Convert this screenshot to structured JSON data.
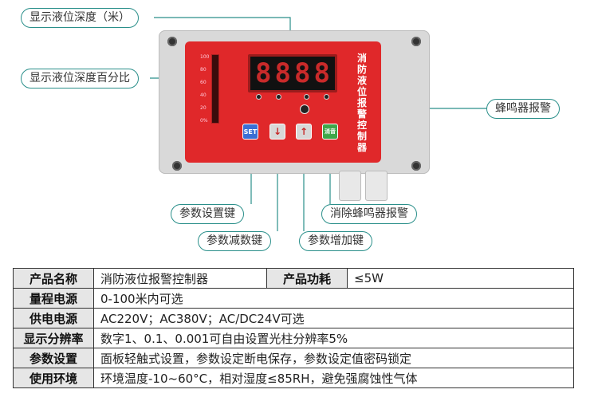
{
  "callouts": {
    "depth": "显示液位深度（米）",
    "percent": "显示液位深度百分比",
    "buzzer": "蜂鸣器报警",
    "set_key": "参数设置键",
    "dec_key": "参数减数键",
    "inc_key": "参数增加键",
    "mute_key": "消除蜂鸣器报警"
  },
  "device": {
    "title": "消防液位报警控制器",
    "display_digits": [
      "8",
      "8",
      "8",
      "8"
    ],
    "buttons": {
      "set": "SET",
      "down": "↓",
      "up": "↑",
      "mute": "消音"
    }
  },
  "spec": {
    "rows": [
      {
        "label": "产品名称",
        "value": "消防液位报警控制器",
        "label2": "产品功耗",
        "value2": "≤5W"
      },
      {
        "label": "量程电源",
        "value": "0-100米内可选"
      },
      {
        "label": "供电电源",
        "value": "AC220V；AC380V；AC/DC24V可选"
      },
      {
        "label": "显示分辨率",
        "value": "数字1、0.1、0.001可自由设置光柱分辨率5%"
      },
      {
        "label": "参数设置",
        "value": "面板轻触式设置，参数设定断电保存，参数设定值密码锁定"
      },
      {
        "label": "使用环境",
        "value": "环境温度-10~60°C，相对湿度≤85RH，避免强腐蚀性气体"
      }
    ]
  },
  "colors": {
    "accent": "#2a8f8a",
    "panel": "#e0282a"
  }
}
